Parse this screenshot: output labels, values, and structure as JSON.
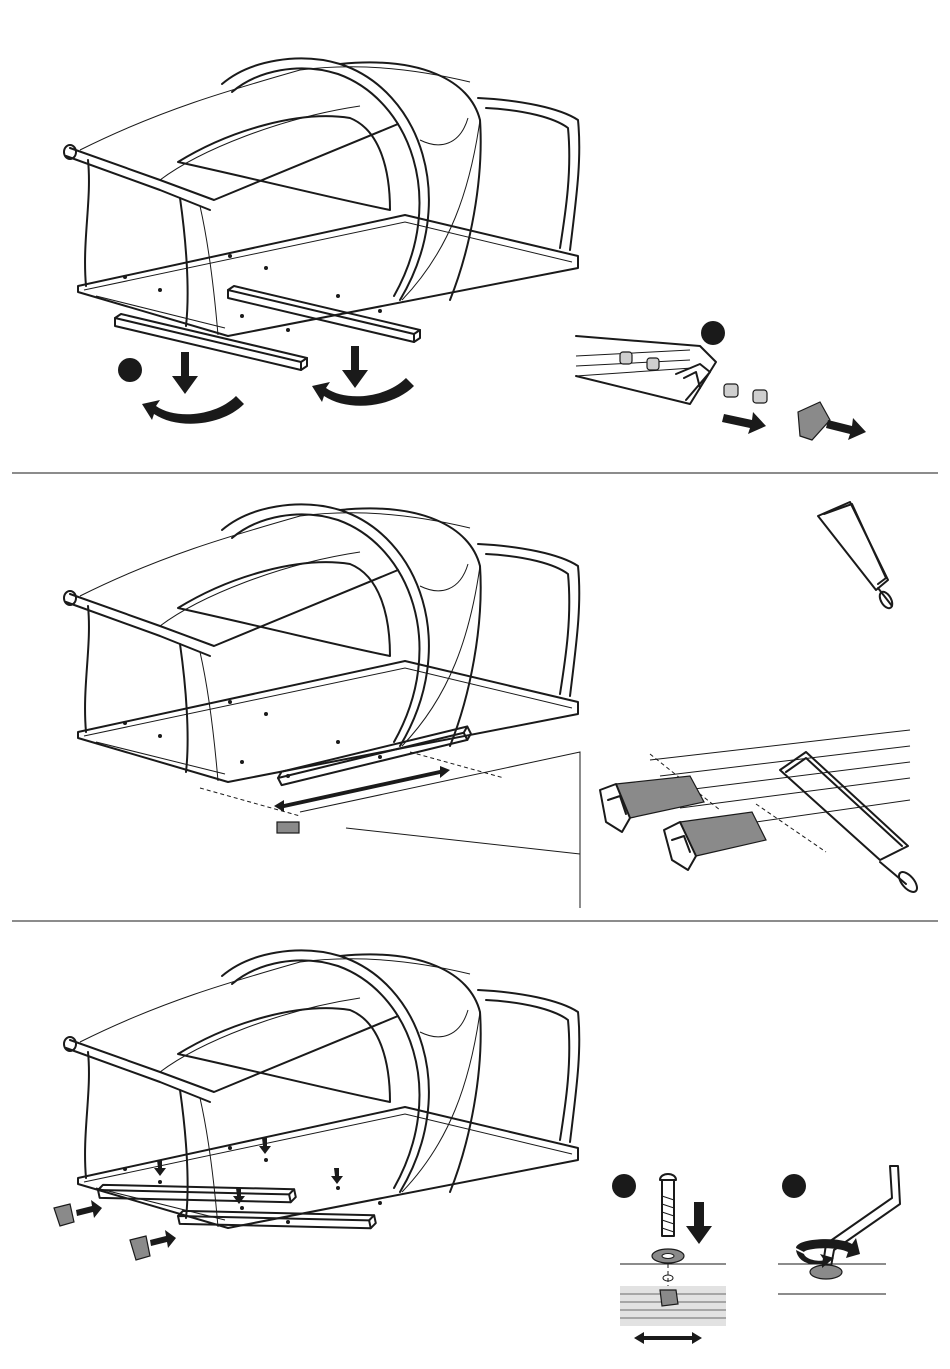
{
  "panels": [
    {
      "id": "remove-rails",
      "step_markers": 2
    },
    {
      "id": "cut-rails",
      "step_markers": 0
    },
    {
      "id": "install-rails",
      "step_markers": 2
    }
  ],
  "colors": {
    "line": "#1a1a1a",
    "tape": "#8a8a8a",
    "background": "#ffffff"
  },
  "icons": [
    "hacksaw-icon",
    "allen-key-icon",
    "bolt-icon",
    "nut-icon",
    "end-cap-icon",
    "rotate-arrow-icon",
    "push-arrow-icon",
    "measure-arrow-icon"
  ]
}
